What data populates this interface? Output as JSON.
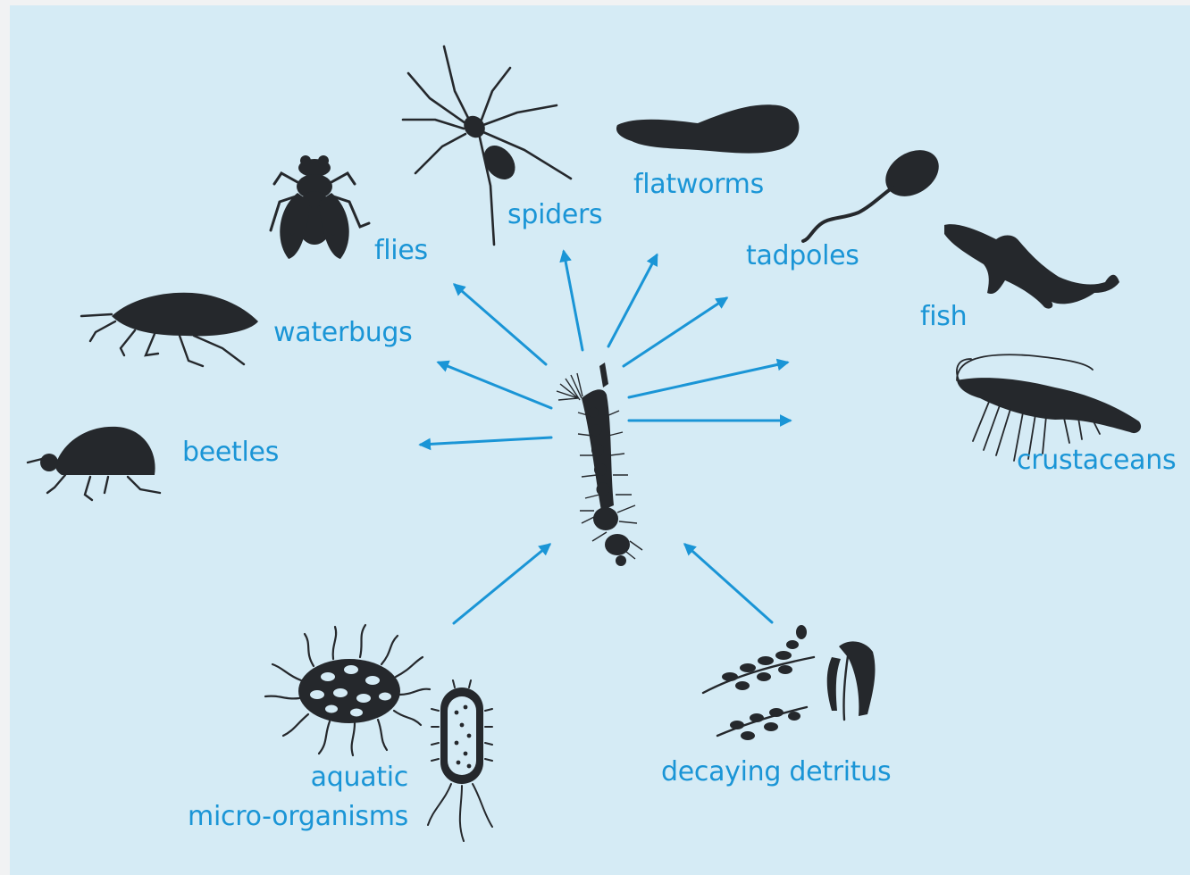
{
  "diagram": {
    "colors": {
      "background": "#d5ebf5",
      "page": "#f1f2f3",
      "arrow": "#1a95d6",
      "label": "#1a95d6",
      "silhouette": "#25282c"
    },
    "center": {
      "label": "",
      "icon": "mosquito-larva-icon"
    },
    "predators": [
      {
        "label": "flies",
        "icon": "fly-icon"
      },
      {
        "label": "spiders",
        "icon": "spider-icon"
      },
      {
        "label": "flatworms",
        "icon": "flatworm-icon"
      },
      {
        "label": "tadpoles",
        "icon": "tadpole-icon"
      },
      {
        "label": "fish",
        "icon": "fish-icon"
      },
      {
        "label": "crustaceans",
        "icon": "shrimp-icon"
      },
      {
        "label": "waterbugs",
        "icon": "waterbug-icon"
      },
      {
        "label": "beetles",
        "icon": "beetle-icon"
      }
    ],
    "food_sources": [
      {
        "label_lines": [
          "aquatic",
          "micro-organisms"
        ],
        "icon": "microorganism-icon"
      },
      {
        "label": "decaying detritus",
        "icon": "detritus-icon"
      }
    ]
  }
}
